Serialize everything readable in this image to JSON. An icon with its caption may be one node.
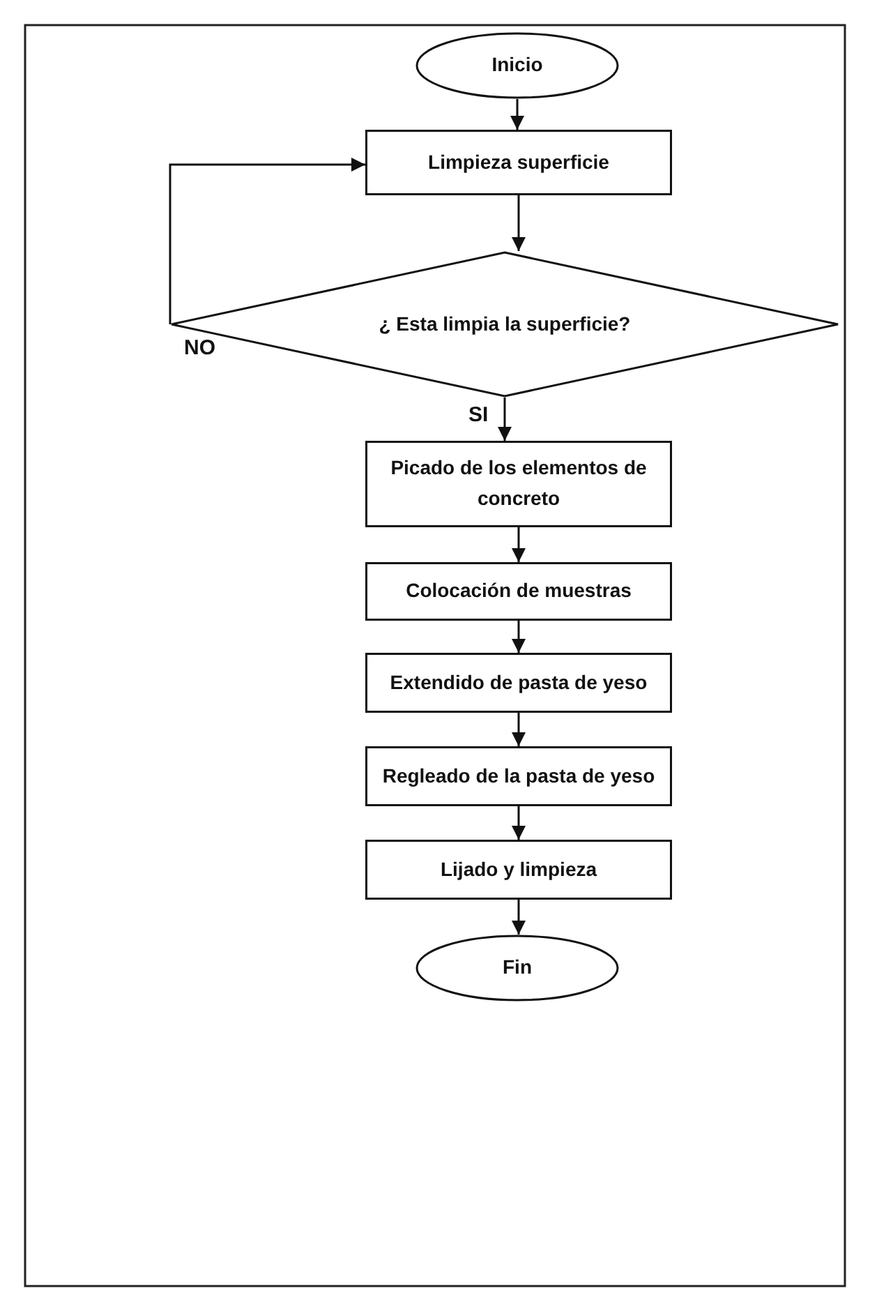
{
  "diagram": {
    "nodes": [
      {
        "text": [
          "Inicio"
        ]
      },
      {
        "text": [
          "Limpieza superficie"
        ]
      },
      {
        "text": [
          "¿ Esta limpia la superficie?"
        ]
      },
      {
        "text": [
          "Picado de los elementos de concreto"
        ]
      },
      {
        "text": [
          "Colocación de muestras"
        ]
      },
      {
        "text": [
          "Extendido de pasta de yeso"
        ]
      },
      {
        "text": [
          "Regleado de la pasta de yeso"
        ]
      },
      {
        "text": [
          "Lijado y limpieza"
        ]
      },
      {
        "text": [
          "Fin"
        ]
      }
    ],
    "edges": [
      {
        "from": 0,
        "to": 1,
        "arrow": "to"
      },
      {
        "from": 1,
        "to": 2,
        "arrow": "to"
      },
      {
        "from": 2,
        "to": 3,
        "arrow": "to",
        "label": "SI"
      },
      {
        "from": 2,
        "to": 1,
        "arrow": "to",
        "label": "NO"
      },
      {
        "from": 3,
        "to": 4,
        "arrow": "to"
      },
      {
        "from": 4,
        "to": 5,
        "arrow": "to"
      },
      {
        "from": 5,
        "to": 6,
        "arrow": "to"
      },
      {
        "from": 6,
        "to": 7,
        "arrow": "to"
      },
      {
        "from": 7,
        "to": 8,
        "arrow": "to"
      }
    ]
  }
}
